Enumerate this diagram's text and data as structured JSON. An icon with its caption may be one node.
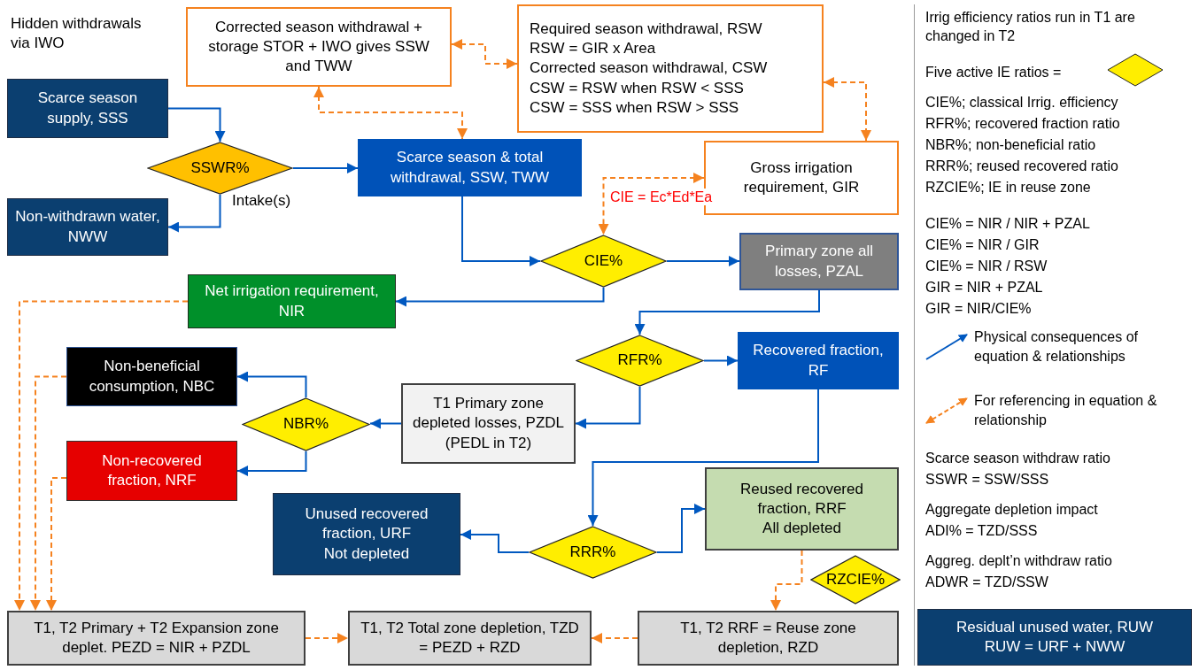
{
  "diagram": {
    "nodes": [
      {
        "text": [
          "Corrected season withdrawal + storage STOR + IWO gives SSW and TWW"
        ]
      },
      {
        "text": [
          "Required season withdrawal, RSW",
          "RSW = GIR x Area",
          "Corrected season withdrawal, CSW",
          "CSW = RSW when RSW < SSS",
          "CSW = SSS when RSW > SSS"
        ]
      },
      {
        "text": [
          "Scarce season supply, SSS"
        ]
      },
      {
        "text": [
          "SSWR%"
        ]
      },
      {
        "text": [
          "Scarce season & total withdrawal, SSW, TWW"
        ]
      },
      {
        "text": [
          "Non-withdrawn water, NWW"
        ]
      },
      {
        "text": [
          "Gross irrigation requirement, GIR"
        ]
      },
      {
        "text": [
          "CIE%"
        ]
      },
      {
        "text": [
          "Primary zone all losses, PZAL"
        ]
      },
      {
        "text": [
          "Net irrigation requirement, NIR"
        ]
      },
      {
        "text": [
          "RFR%"
        ]
      },
      {
        "text": [
          "Recovered fraction, RF"
        ]
      },
      {
        "text": [
          "Non-beneficial consumption, NBC"
        ]
      },
      {
        "text": [
          "NBR%"
        ]
      },
      {
        "text": [
          "T1 Primary zone depleted losses, PZDL (PEDL in T2)"
        ]
      },
      {
        "text": [
          "Non-recovered fraction, NRF"
        ]
      },
      {
        "text": [
          "Reused recovered fraction, RRF",
          "All depleted"
        ]
      },
      {
        "text": [
          "Unused recovered fraction, URF",
          "Not depleted"
        ]
      },
      {
        "text": [
          "RRR%"
        ]
      },
      {
        "text": [
          "RZCIE%"
        ]
      },
      {
        "text": [
          "T1, T2 Primary + T2 Expansion zone deplet. PEZD = NIR + PZDL"
        ]
      },
      {
        "text": [
          "T1, T2 Total zone depletion, TZD = PEZD + RZD"
        ]
      },
      {
        "text": [
          "T1, T2 RRF = Reuse zone depletion, RZD"
        ]
      },
      {
        "text": [
          "Residual unused water, RUW",
          "RUW = URF + NWW"
        ]
      }
    ],
    "edges": [
      {
        "from": 2,
        "to": 3,
        "arrow": "to"
      },
      {
        "from": 3,
        "to": 4,
        "arrow": "to"
      },
      {
        "from": 3,
        "to": 5,
        "arrow": "to"
      },
      {
        "from": 4,
        "to": 7,
        "arrow": "to"
      },
      {
        "from": 7,
        "to": 8,
        "arrow": "to"
      },
      {
        "from": 7,
        "to": 9,
        "arrow": "to"
      },
      {
        "from": 8,
        "to": 10,
        "arrow": "to"
      },
      {
        "from": 10,
        "to": 11,
        "arrow": "to"
      },
      {
        "from": 10,
        "to": 14,
        "arrow": "to"
      },
      {
        "from": 14,
        "to": 13,
        "arrow": "to"
      },
      {
        "from": 13,
        "to": 12,
        "arrow": "to"
      },
      {
        "from": 13,
        "to": 15,
        "arrow": "to"
      },
      {
        "from": 11,
        "to": 18,
        "arrow": "to"
      },
      {
        "from": 18,
        "to": 17,
        "arrow": "to"
      },
      {
        "from": 18,
        "to": 16,
        "arrow": "to"
      },
      {
        "from": 0,
        "to": 1,
        "arrow": "both",
        "style": "dashed",
        "color": "#f5821f"
      },
      {
        "from": 0,
        "to": 4,
        "arrow": "both",
        "style": "dashed",
        "color": "#f5821f"
      },
      {
        "from": 1,
        "to": 6,
        "arrow": "both",
        "style": "dashed",
        "color": "#f5821f"
      },
      {
        "from": 6,
        "to": 7,
        "arrow": "both",
        "style": "dashed",
        "color": "#f5821f",
        "label": "CIE = Ec*Ed*Ea"
      },
      {
        "from": 9,
        "to": 20,
        "arrow": "to",
        "style": "dashed",
        "color": "#f5821f"
      },
      {
        "from": 12,
        "to": 20,
        "arrow": "to",
        "style": "dashed",
        "color": "#f5821f"
      },
      {
        "from": 15,
        "to": 20,
        "arrow": "to",
        "style": "dashed",
        "color": "#f5821f"
      },
      {
        "from": 20,
        "to": 21,
        "arrow": "to",
        "style": "dashed",
        "color": "#f5821f"
      },
      {
        "from": 22,
        "to": 21,
        "arrow": "to",
        "style": "dashed",
        "color": "#f5821f"
      },
      {
        "from": 16,
        "to": 22,
        "arrow": "to",
        "style": "dashed",
        "color": "#f5821f"
      }
    ],
    "labels": [
      "Hidden withdrawals via IWO",
      "Intake(s)",
      "Irrig efficiency ratios run in T1 are changed in T2",
      "Five active IE ratios =",
      "CIE%; classical Irrig. efficiency",
      "RFR%; recovered fraction ratio",
      "NBR%; non-beneficial ratio",
      "RRR%; reused recovered ratio",
      "RZCIE%; IE in reuse zone",
      "CIE% = NIR / NIR + PZAL",
      "CIE% = NIR / GIR",
      "CIE% = NIR / RSW",
      "GIR = NIR + PZAL",
      "GIR = NIR/CIE%",
      "Scarce season withdraw ratio",
      "SSWR = SSW/SSS",
      "Aggregate depletion impact",
      "ADI% = TZD/SSS",
      "Aggreg. deplt’n withdraw ratio",
      "ADWR = TZD/SSW"
    ],
    "legend": [
      {
        "text": "Physical consequences of equation & relationships"
      },
      {
        "text": "For referencing in equation & relationship"
      }
    ]
  }
}
